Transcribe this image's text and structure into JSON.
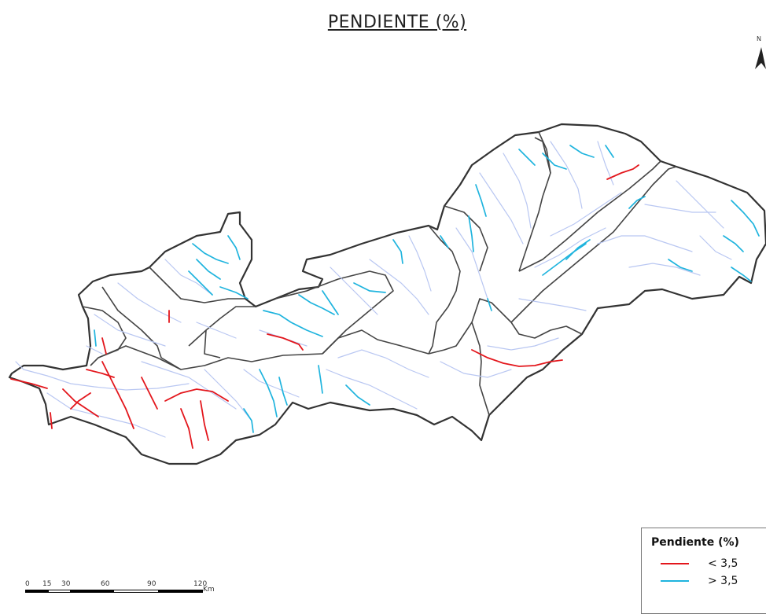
{
  "map": {
    "title": "PENDIENTE (%)"
  },
  "legend": {
    "title": "Pendiente (%)",
    "items": [
      {
        "label": "< 3,5",
        "color": "#e3161c"
      },
      {
        "label": "> 3,5",
        "color": "#1fb4de"
      }
    ]
  },
  "scale": {
    "ticks": [
      "0",
      "15",
      "30",
      "60",
      "90",
      "120"
    ],
    "unit": "Km"
  },
  "colors": {
    "boundary": "#3a3a3a",
    "streams_minor": "#b9c7f2",
    "slope_low": "#e3161c",
    "slope_high": "#1fb4de"
  },
  "icons": {
    "north_arrow": "north-arrow-icon"
  }
}
